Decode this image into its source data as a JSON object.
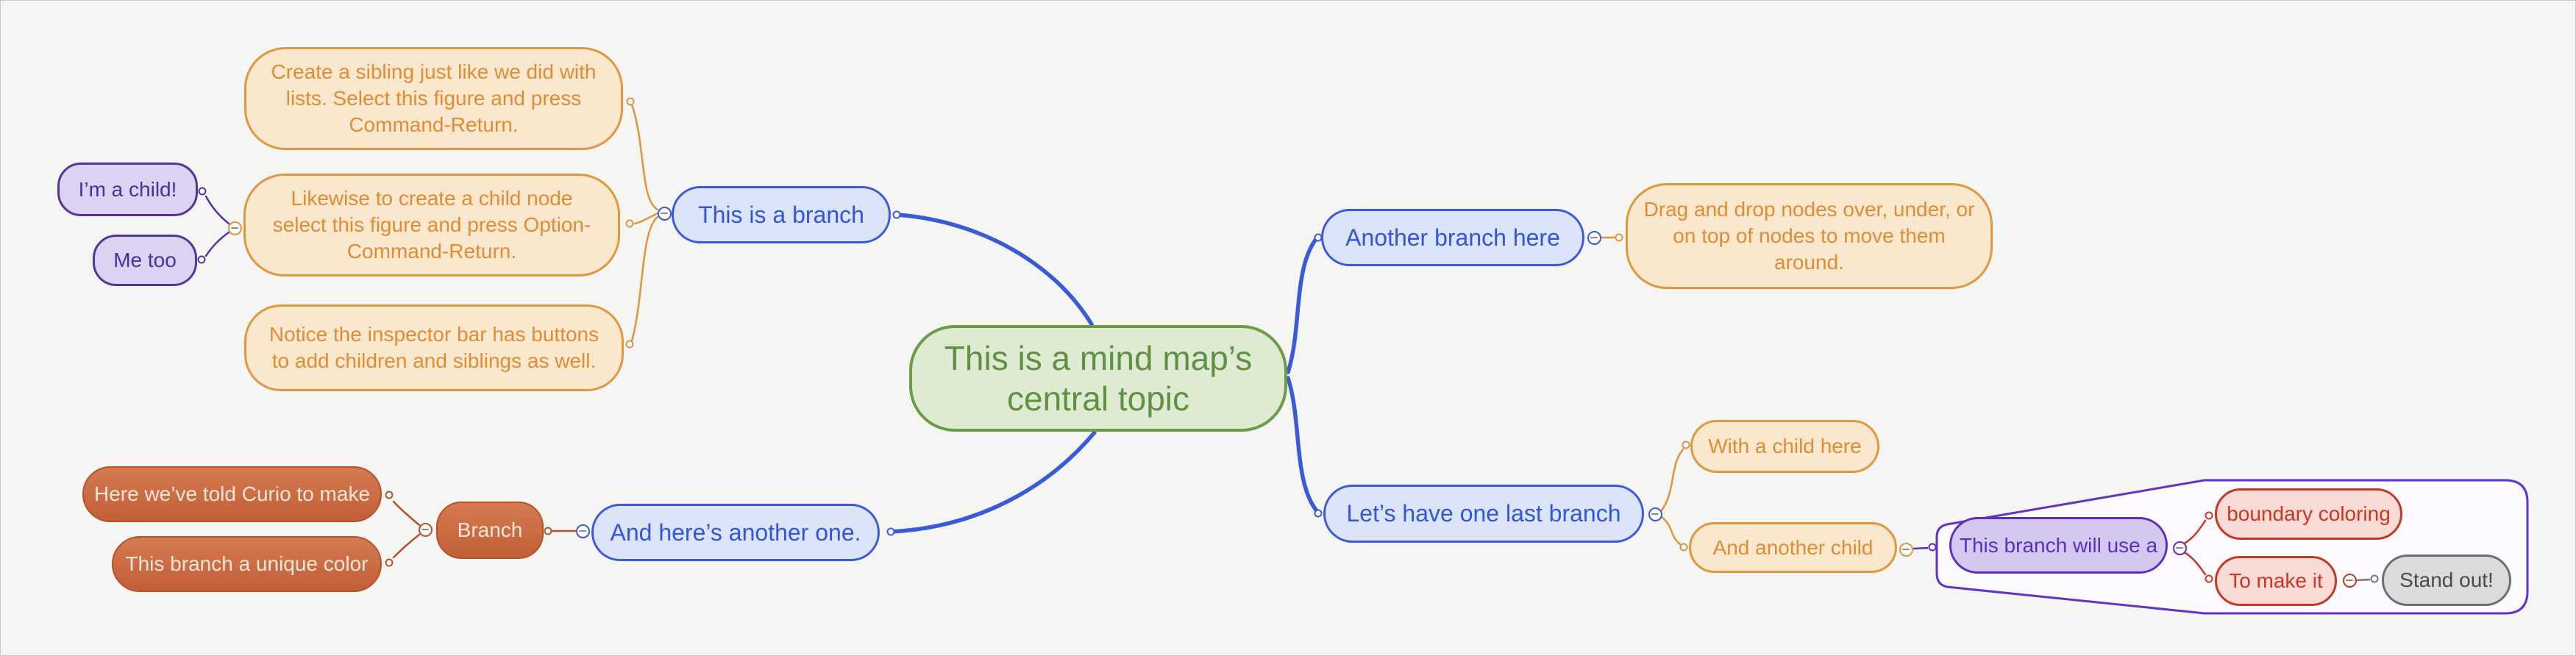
{
  "app": {
    "description": "Curio mind map canvas"
  },
  "palette": {
    "canvas_bg": "#F5F5F4",
    "canvas_border": "#C7C7C9",
    "green_fill": "#DFEAD3",
    "green_border": "#6B9D49",
    "green_text": "#5E9141",
    "blue_fill": "#DCE4FA",
    "blue_border": "#3A5AD9",
    "blue_text": "#3355D6",
    "orange_fill": "#FAE8CE",
    "orange_border": "#E0983F",
    "orange_text": "#E08C34",
    "purple_fill": "#DCD2F1",
    "purple_border": "#55349F",
    "purple_text": "#4A2F9E",
    "violet_fill": "#D5C8F0",
    "violet_border": "#5B2EBE",
    "terracotta_fill": "#CC6B44",
    "terracotta_border": "#B5522C",
    "terracotta_text": "#F7E8DB",
    "red_fill": "#F8DBD4",
    "red_border": "#C43826",
    "red_text": "#CE3525",
    "gray_fill": "#DBDBDB",
    "gray_border": "#6F6F6F",
    "gray_text": "#4B4B4B",
    "boundary_fill": "#FCFAFE",
    "boundary_border": "#6233C6",
    "connector_thick": "#3A5BD8",
    "minus_glyph": "#8A8A8A"
  },
  "nodes": {
    "central": {
      "label": "This is a mind map’s\ncentral topic"
    },
    "branch_this": {
      "label": "This is a branch"
    },
    "branch_another": {
      "label": "Another branch here"
    },
    "branch_another_one": {
      "label": "And here’s another one."
    },
    "branch_last": {
      "label": "Let’s have one last branch"
    },
    "tip_sibling": {
      "label": "Create a sibling just like we did with\nlists. Select this figure and press\nCommand-Return."
    },
    "tip_child": {
      "label": "Likewise to create a child node\nselect this figure and press Option-\nCommand-Return."
    },
    "tip_inspector": {
      "label": "Notice the inspector bar has buttons\nto add children and siblings as well."
    },
    "tip_dragdrop": {
      "label": "Drag and drop nodes over, under, or\non top of nodes to move them\naround."
    },
    "im_a_child": {
      "label": "I’m a child!"
    },
    "me_too": {
      "label": "Me too"
    },
    "with_child": {
      "label": "With a child here"
    },
    "another_child": {
      "label": "And another child"
    },
    "curio_make": {
      "label": "Here we’ve told Curio to make"
    },
    "unique_color": {
      "label": "This branch a unique color"
    },
    "branch_small": {
      "label": "Branch"
    },
    "branch_will_use": {
      "label": "This branch will use a"
    },
    "boundary_coloring": {
      "label": "boundary coloring"
    },
    "to_make_it": {
      "label": "To make it"
    },
    "stand_out": {
      "label": "Stand out!"
    }
  }
}
